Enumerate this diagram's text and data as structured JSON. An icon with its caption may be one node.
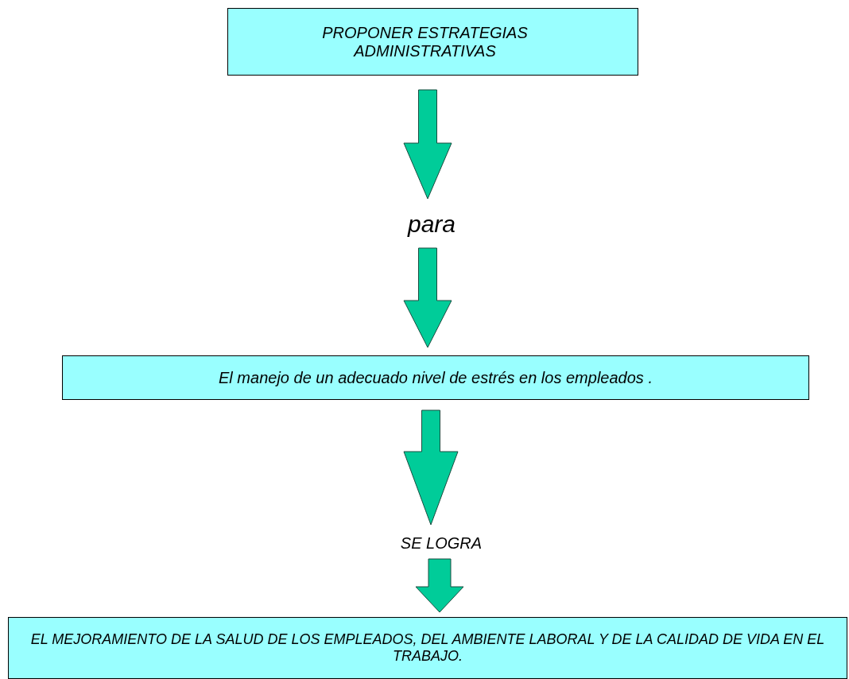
{
  "diagram": {
    "nodes": [
      {
        "text": [
          "PROPONER ESTRATEGIAS ADMINISTRATIVAS"
        ]
      },
      {
        "text": [
          "para"
        ]
      },
      {
        "text": [
          "El manejo de un adecuado nivel de estrés en los empleados ."
        ]
      },
      {
        "text": [
          "SE LOGRA"
        ]
      },
      {
        "text": [
          "EL MEJORAMIENTO DE LA SALUD DE LOS EMPLEADOS, DEL AMBIENTE LABORAL Y DE LA CALIDAD DE VIDA EN EL TRABAJO."
        ]
      }
    ],
    "edges": [
      {
        "from": 0,
        "to": 1,
        "arrow": "to"
      },
      {
        "from": 1,
        "to": 2,
        "arrow": "to"
      },
      {
        "from": 2,
        "to": 3,
        "arrow": "to"
      },
      {
        "from": 3,
        "to": 4,
        "arrow": "to"
      }
    ]
  }
}
